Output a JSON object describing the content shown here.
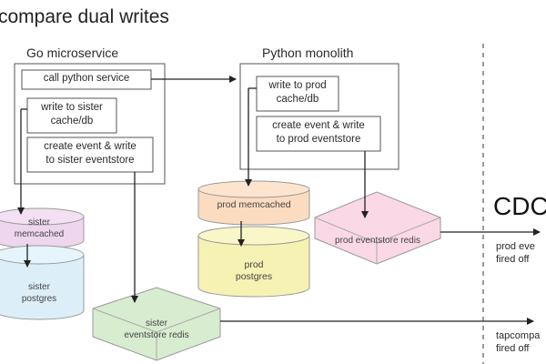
{
  "title": "compare dual writes",
  "go": {
    "label": "Go microservice",
    "call_python": "call python service",
    "write_sister": [
      "write to sister",
      "cache/db"
    ],
    "event_sister": [
      "create event & write",
      "to sister eventstore"
    ]
  },
  "python": {
    "label": "Python monolith",
    "write_prod": [
      "write to prod",
      "cache/db"
    ],
    "event_prod": [
      "create event & write",
      "to prod eventstore"
    ]
  },
  "stores": {
    "sister_memcached": [
      "sister",
      "memcached"
    ],
    "sister_postgres": [
      "sister",
      "postgres"
    ],
    "prod_memcached": "prod memcached",
    "prod_postgres": [
      "prod",
      "postgres"
    ],
    "prod_redis": "prod eventstore redis",
    "sister_redis": [
      "sister",
      "eventstore redis"
    ]
  },
  "right": {
    "cdc": "CDC",
    "prod_event": [
      "prod eve",
      "fired off"
    ],
    "tapcomp": [
      "tapcompa",
      "fired off"
    ]
  },
  "colors": {
    "line": "#3a3a3a",
    "memcached_pink": "#eed6ee",
    "postgres_blue": "#dceff8",
    "memcached_orange": "#fbdcc0",
    "postgres_yellow": "#f6f2b4",
    "redis_pink": "#fad8e6",
    "redis_green": "#d8ecd0"
  }
}
